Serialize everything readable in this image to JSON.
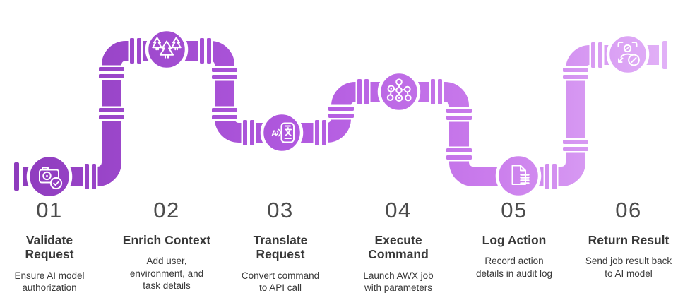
{
  "figure": {
    "kind": "process-pipeline-infographic",
    "background": "#ffffff",
    "pipe_style": "plumbing pipe with elbows, couplings and end flanges"
  },
  "colors": {
    "pipe_gradient_start": "#8c39bb",
    "pipe_gradient_mid": "#b25ae0",
    "pipe_gradient_end": "#e3b4f8",
    "number_text": "#4c4c4c",
    "title_text": "#383838",
    "description_text": "#3a3a3a",
    "icon_stroke": "#ffffff"
  },
  "steps": [
    {
      "number": "01",
      "title": "Validate\nRequest",
      "description": "Ensure AI model\nauthorization",
      "icon": "camera-check-icon"
    },
    {
      "number": "02",
      "title": "Enrich Context",
      "description": "Add user,\nenvironment, and\ntask details",
      "icon": "forest-trees-icon"
    },
    {
      "number": "03",
      "title": "Translate\nRequest",
      "description": "Convert command\nto API call",
      "icon": "translate-phone-icon"
    },
    {
      "number": "04",
      "title": "Execute\nCommand",
      "description": "Launch AWX job\nwith parameters",
      "icon": "network-graph-icon"
    },
    {
      "number": "05",
      "title": "Log Action",
      "description": "Record action\ndetails in audit log",
      "icon": "document-log-icon"
    },
    {
      "number": "06",
      "title": "Return Result",
      "description": "Send job result back\nto AI model",
      "icon": "person-verified-icon"
    }
  ]
}
